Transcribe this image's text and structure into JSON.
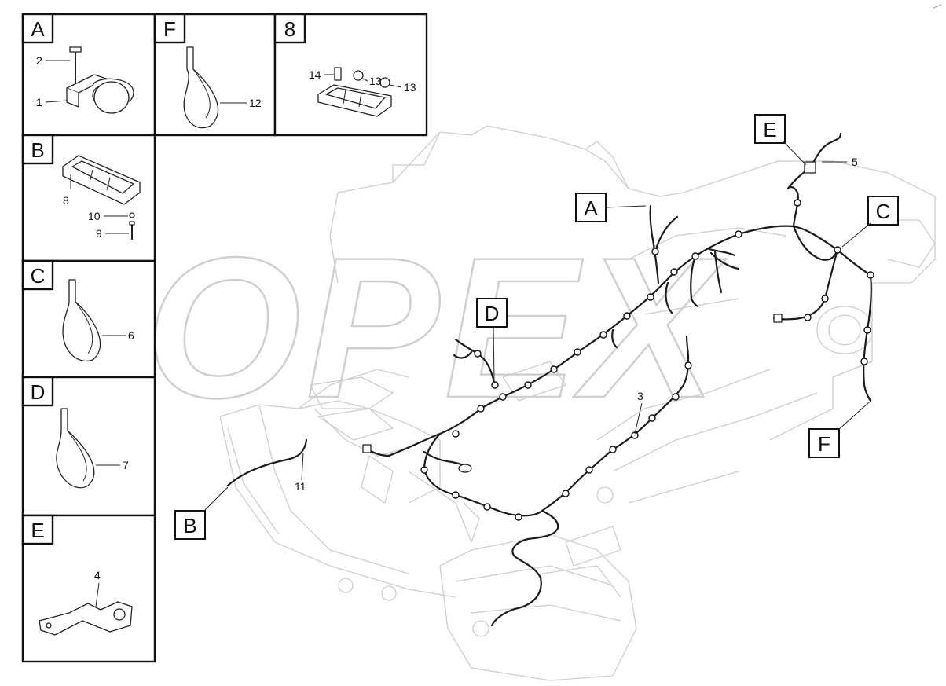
{
  "watermark": "OPEX",
  "detail_panels": [
    {
      "letter": "A",
      "parts": [
        "2",
        "1"
      ]
    },
    {
      "letter": "F",
      "parts": [
        "12"
      ]
    },
    {
      "letter": "8",
      "parts": [
        "14",
        "13",
        "13"
      ]
    },
    {
      "letter": "B",
      "parts": [
        "8",
        "10",
        "9"
      ]
    },
    {
      "letter": "C",
      "parts": [
        "6"
      ]
    },
    {
      "letter": "D",
      "parts": [
        "7"
      ]
    },
    {
      "letter": "E",
      "parts": [
        "4"
      ]
    }
  ],
  "callouts": {
    "A": "A",
    "B": "B",
    "C": "C",
    "D": "D",
    "E": "E",
    "F": "F"
  },
  "part_labels": {
    "harness": "3",
    "rear_cable": "5",
    "front_cable": "11"
  }
}
